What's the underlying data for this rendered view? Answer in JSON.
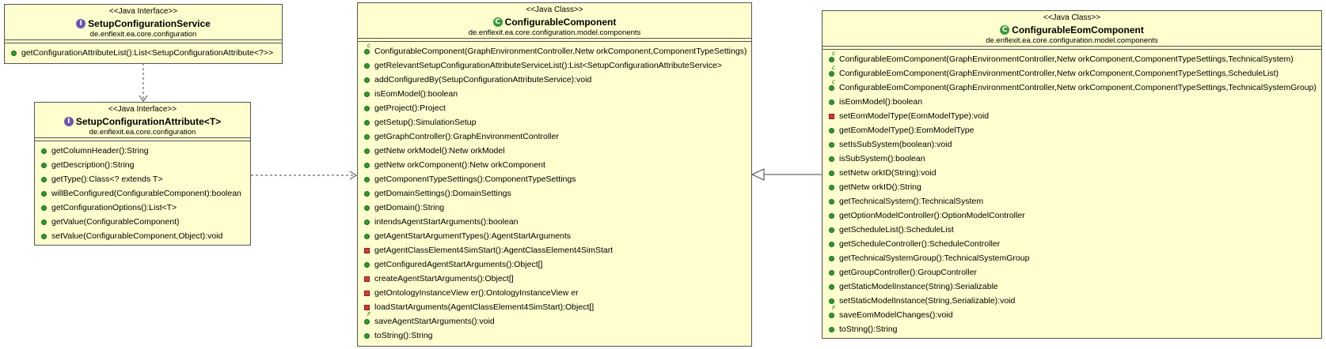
{
  "colors": {
    "box_fill": "#fefece",
    "border": "#555555",
    "public": "#2f9a2f",
    "private": "#d23b3b",
    "interface_badge": "#6a55b5",
    "class_badge": "#3a9a3a"
  },
  "boxes": [
    {
      "id": "setup-configuration-service",
      "stereotype": "<<Java Interface>>",
      "kind_icon": "interface-icon",
      "kind_letter": "I",
      "name": "SetupConfigurationService",
      "package": "de.enflexit.ea.core.configuration",
      "operations": [
        {
          "vis": "pub",
          "text": "getConfigurationAttributeList():List<SetupConfigurationAttribute<?>>"
        }
      ]
    },
    {
      "id": "setup-configuration-attribute",
      "stereotype": "<<Java Interface>>",
      "kind_icon": "interface-icon",
      "kind_letter": "I",
      "name": "SetupConfigurationAttribute<T>",
      "package": "de.enflexit.ea.core.configuration",
      "operations": [
        {
          "vis": "pub",
          "text": "getColumnHeader():String"
        },
        {
          "vis": "pub",
          "text": "getDescription():String"
        },
        {
          "vis": "pub",
          "text": "getType():Class<? extends T>"
        },
        {
          "vis": "pub",
          "text": "willBeConfigured(ConfigurableComponent):boolean"
        },
        {
          "vis": "pub",
          "text": "getConfigurationOptions():List<T>"
        },
        {
          "vis": "pub",
          "text": "getValue(ConfigurableComponent)"
        },
        {
          "vis": "pub",
          "text": "setValue(ConfigurableComponent,Object):void"
        }
      ]
    },
    {
      "id": "configurable-component",
      "stereotype": "<<Java Class>>",
      "kind_icon": "class-icon",
      "kind_letter": "C",
      "name": "ConfigurableComponent",
      "package": "de.enflexit.ea.core.configuration.model.components",
      "operations": [
        {
          "vis": "ctor",
          "text": "ConfigurableComponent(GraphEnvironmentController,Netw orkComponent,ComponentTypeSettings)"
        },
        {
          "vis": "pub",
          "text": "getRelevantSetupConfigurationAttributeServiceList():List<SetupConfigurationAttributeService>"
        },
        {
          "vis": "pub",
          "text": "addConfiguredBy(SetupConfigurationAttributeService):void"
        },
        {
          "vis": "pub",
          "text": "isEomModel():boolean"
        },
        {
          "vis": "pub",
          "text": "getProject():Project"
        },
        {
          "vis": "pub",
          "text": "getSetup():SimulationSetup"
        },
        {
          "vis": "pub",
          "text": "getGraphController():GraphEnvironmentController"
        },
        {
          "vis": "pub",
          "text": "getNetw orkModel():Netw orkModel"
        },
        {
          "vis": "pub",
          "text": "getNetw orkComponent():Netw orkComponent"
        },
        {
          "vis": "pub",
          "text": "getComponentTypeSettings():ComponentTypeSettings"
        },
        {
          "vis": "pub",
          "text": "getDomainSettings():DomainSettings"
        },
        {
          "vis": "pub",
          "text": "getDomain():String"
        },
        {
          "vis": "pub",
          "text": "intendsAgentStartArguments():boolean"
        },
        {
          "vis": "pub",
          "text": "getAgentStartArgumentTypes():AgentStartArguments"
        },
        {
          "vis": "priv",
          "text": "getAgentClassElement4SimStart():AgentClassElement4SimStart"
        },
        {
          "vis": "pub",
          "text": "getConfiguredAgentStartArguments():Object[]"
        },
        {
          "vis": "priv",
          "text": "createAgentStartArguments():Object[]"
        },
        {
          "vis": "priv",
          "text": "getOntologyInstanceView er():OntologyInstanceView er"
        },
        {
          "vis": "priv",
          "text": "loadStartArguments(AgentClassElement4SimStart):Object[]"
        },
        {
          "vis": "fin",
          "text": "saveAgentStartArguments():void"
        },
        {
          "vis": "pub",
          "text": "toString():String"
        }
      ]
    },
    {
      "id": "configurable-eom-component",
      "stereotype": "<<Java Class>>",
      "kind_icon": "class-icon",
      "kind_letter": "C",
      "name": "ConfigurableEomComponent",
      "package": "de.enflexit.ea.core.configuration.model.components",
      "operations": [
        {
          "vis": "ctor",
          "text": "ConfigurableEomComponent(GraphEnvironmentController,Netw orkComponent,ComponentTypeSettings,TechnicalSystem)"
        },
        {
          "vis": "ctor",
          "text": "ConfigurableEomComponent(GraphEnvironmentController,Netw orkComponent,ComponentTypeSettings,ScheduleList)"
        },
        {
          "vis": "ctor",
          "text": "ConfigurableEomComponent(GraphEnvironmentController,Netw orkComponent,ComponentTypeSettings,TechnicalSystemGroup)"
        },
        {
          "vis": "pub",
          "text": "isEomModel():boolean"
        },
        {
          "vis": "priv",
          "text": "setEomModelType(EomModelType):void"
        },
        {
          "vis": "pub",
          "text": "getEomModelType():EomModelType"
        },
        {
          "vis": "pub",
          "text": "setIsSubSystem(boolean):void"
        },
        {
          "vis": "pub",
          "text": "isSubSystem():boolean"
        },
        {
          "vis": "pub",
          "text": "setNetw orkID(String):void"
        },
        {
          "vis": "pub",
          "text": "getNetw orkID():String"
        },
        {
          "vis": "pub",
          "text": "getTechnicalSystem():TechnicalSystem"
        },
        {
          "vis": "pub",
          "text": "getOptionModelController():OptionModelController"
        },
        {
          "vis": "pub",
          "text": "getScheduleList():ScheduleList"
        },
        {
          "vis": "pub",
          "text": "getScheduleController():ScheduleController"
        },
        {
          "vis": "pub",
          "text": "getTechnicalSystemGroup():TechnicalSystemGroup"
        },
        {
          "vis": "pub",
          "text": "getGroupController():GroupController"
        },
        {
          "vis": "pub",
          "text": "getStaticModelInstance(String):Serializable"
        },
        {
          "vis": "pub",
          "text": "setStaticModelInstance(String,Serializable):void"
        },
        {
          "vis": "fin",
          "text": "saveEomModelChanges():void"
        },
        {
          "vis": "pub",
          "text": "toString():String"
        }
      ]
    }
  ]
}
